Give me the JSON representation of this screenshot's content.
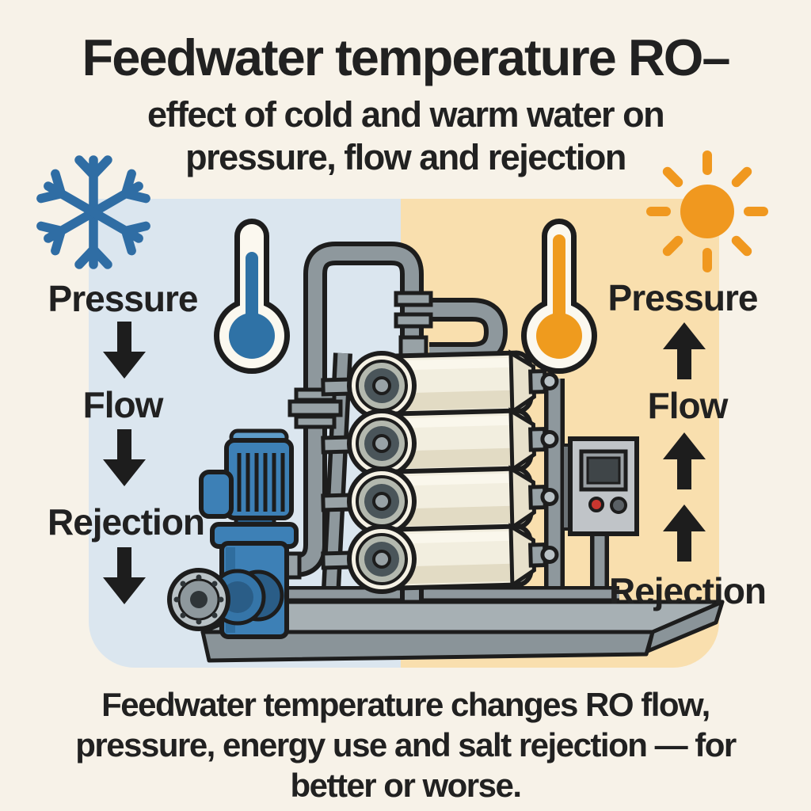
{
  "title": "Feedwater temperature RO–",
  "subtitle_lines": [
    "effect of cold and warm water on",
    "pressure, flow and rejection"
  ],
  "cold_side": {
    "icon": "snowflake-icon",
    "trend": "down",
    "labels": [
      "Pressure",
      "Flow",
      "Rejection"
    ]
  },
  "warm_side": {
    "icon": "sun-icon",
    "trend": "up",
    "labels": [
      "Pressure",
      "Flow",
      "Rejection"
    ]
  },
  "caption_lines": [
    "Feedwater temperature changes RO flow,",
    "pressure, energy use and salt rejection — for",
    "better or worse."
  ],
  "icons": {
    "cold": "snowflake-icon",
    "warm": "sun-icon",
    "cold_trend": "down-arrow-icon",
    "warm_trend": "up-arrow-icon",
    "center": "ro-system-illustration"
  },
  "colors": {
    "background": "#f7f2e8",
    "ink": "#1d1d1d",
    "text": "#212121",
    "cold_panel": "#dbe6ef",
    "warm_panel": "#f9dfae",
    "cold_blue": "#2f6da4",
    "warm_orange": "#f0981f",
    "thermo_cold": "#2f72a6",
    "thermo_warm": "#ef9b1e",
    "pipe_gray": "#8e989d",
    "pipe_light": "#b9c2c6",
    "fitting_gray": "#98a2a6",
    "pump_blue": "#3d80b6",
    "pump_blue_dark": "#2a5d87",
    "membrane_cream": "#f2eedf",
    "membrane_shade": "#e2dbc4",
    "cap_dark": "#4a555a",
    "cap_ring": "#b3b8ae",
    "panel_gray": "#c0c4c8",
    "screen_dark": "#3f4548",
    "button_red": "#c9362f",
    "base_gray": "#a7b0b4",
    "base_gray_dark": "#8a9499"
  }
}
